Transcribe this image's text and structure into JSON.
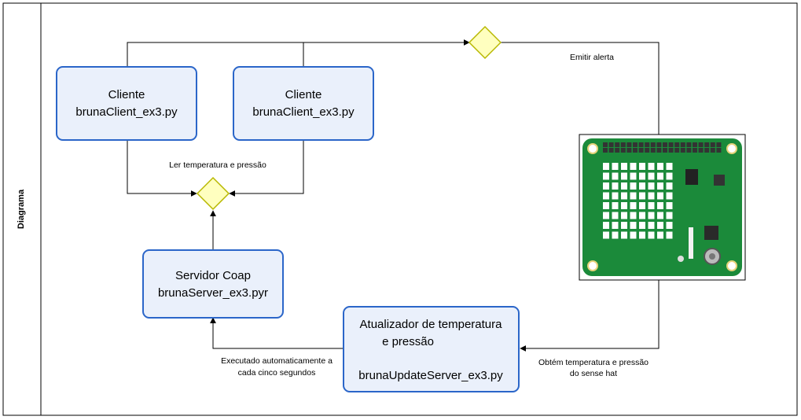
{
  "pool": {
    "label": "Diagrama"
  },
  "client1": {
    "line1": "Cliente",
    "line2": "brunaClient_ex3.py"
  },
  "client2": {
    "line1": "Cliente",
    "line2": "brunaClient_ex3.py"
  },
  "server": {
    "line1": "Servidor Coap",
    "line2": "brunaServer_ex3.pyr"
  },
  "updater": {
    "line1": "Atualizador de temperatura",
    "line2": "e pressão",
    "line3": "bruna​UpdateServer_ex3.py"
  },
  "edges": {
    "read": "Ler temperatura e pressão",
    "alert": "Emitir alerta",
    "obtain_line1": "Obtém temperatura e pressão",
    "obtain_line2": "do sense hat",
    "auto_line1": "Executado automaticamente a",
    "auto_line2": "cada cinco segundos"
  },
  "sensehat": {
    "image": "sense-hat-board"
  },
  "colors": {
    "task_fill": "#EAF0FB",
    "task_stroke": "#2B66C9",
    "gateway_fill": "#FFFFBF",
    "gateway_stroke": "#B8B800",
    "board_green": "#1B8A3A",
    "led": "#FFFFFF",
    "header_pin": "#333333"
  }
}
